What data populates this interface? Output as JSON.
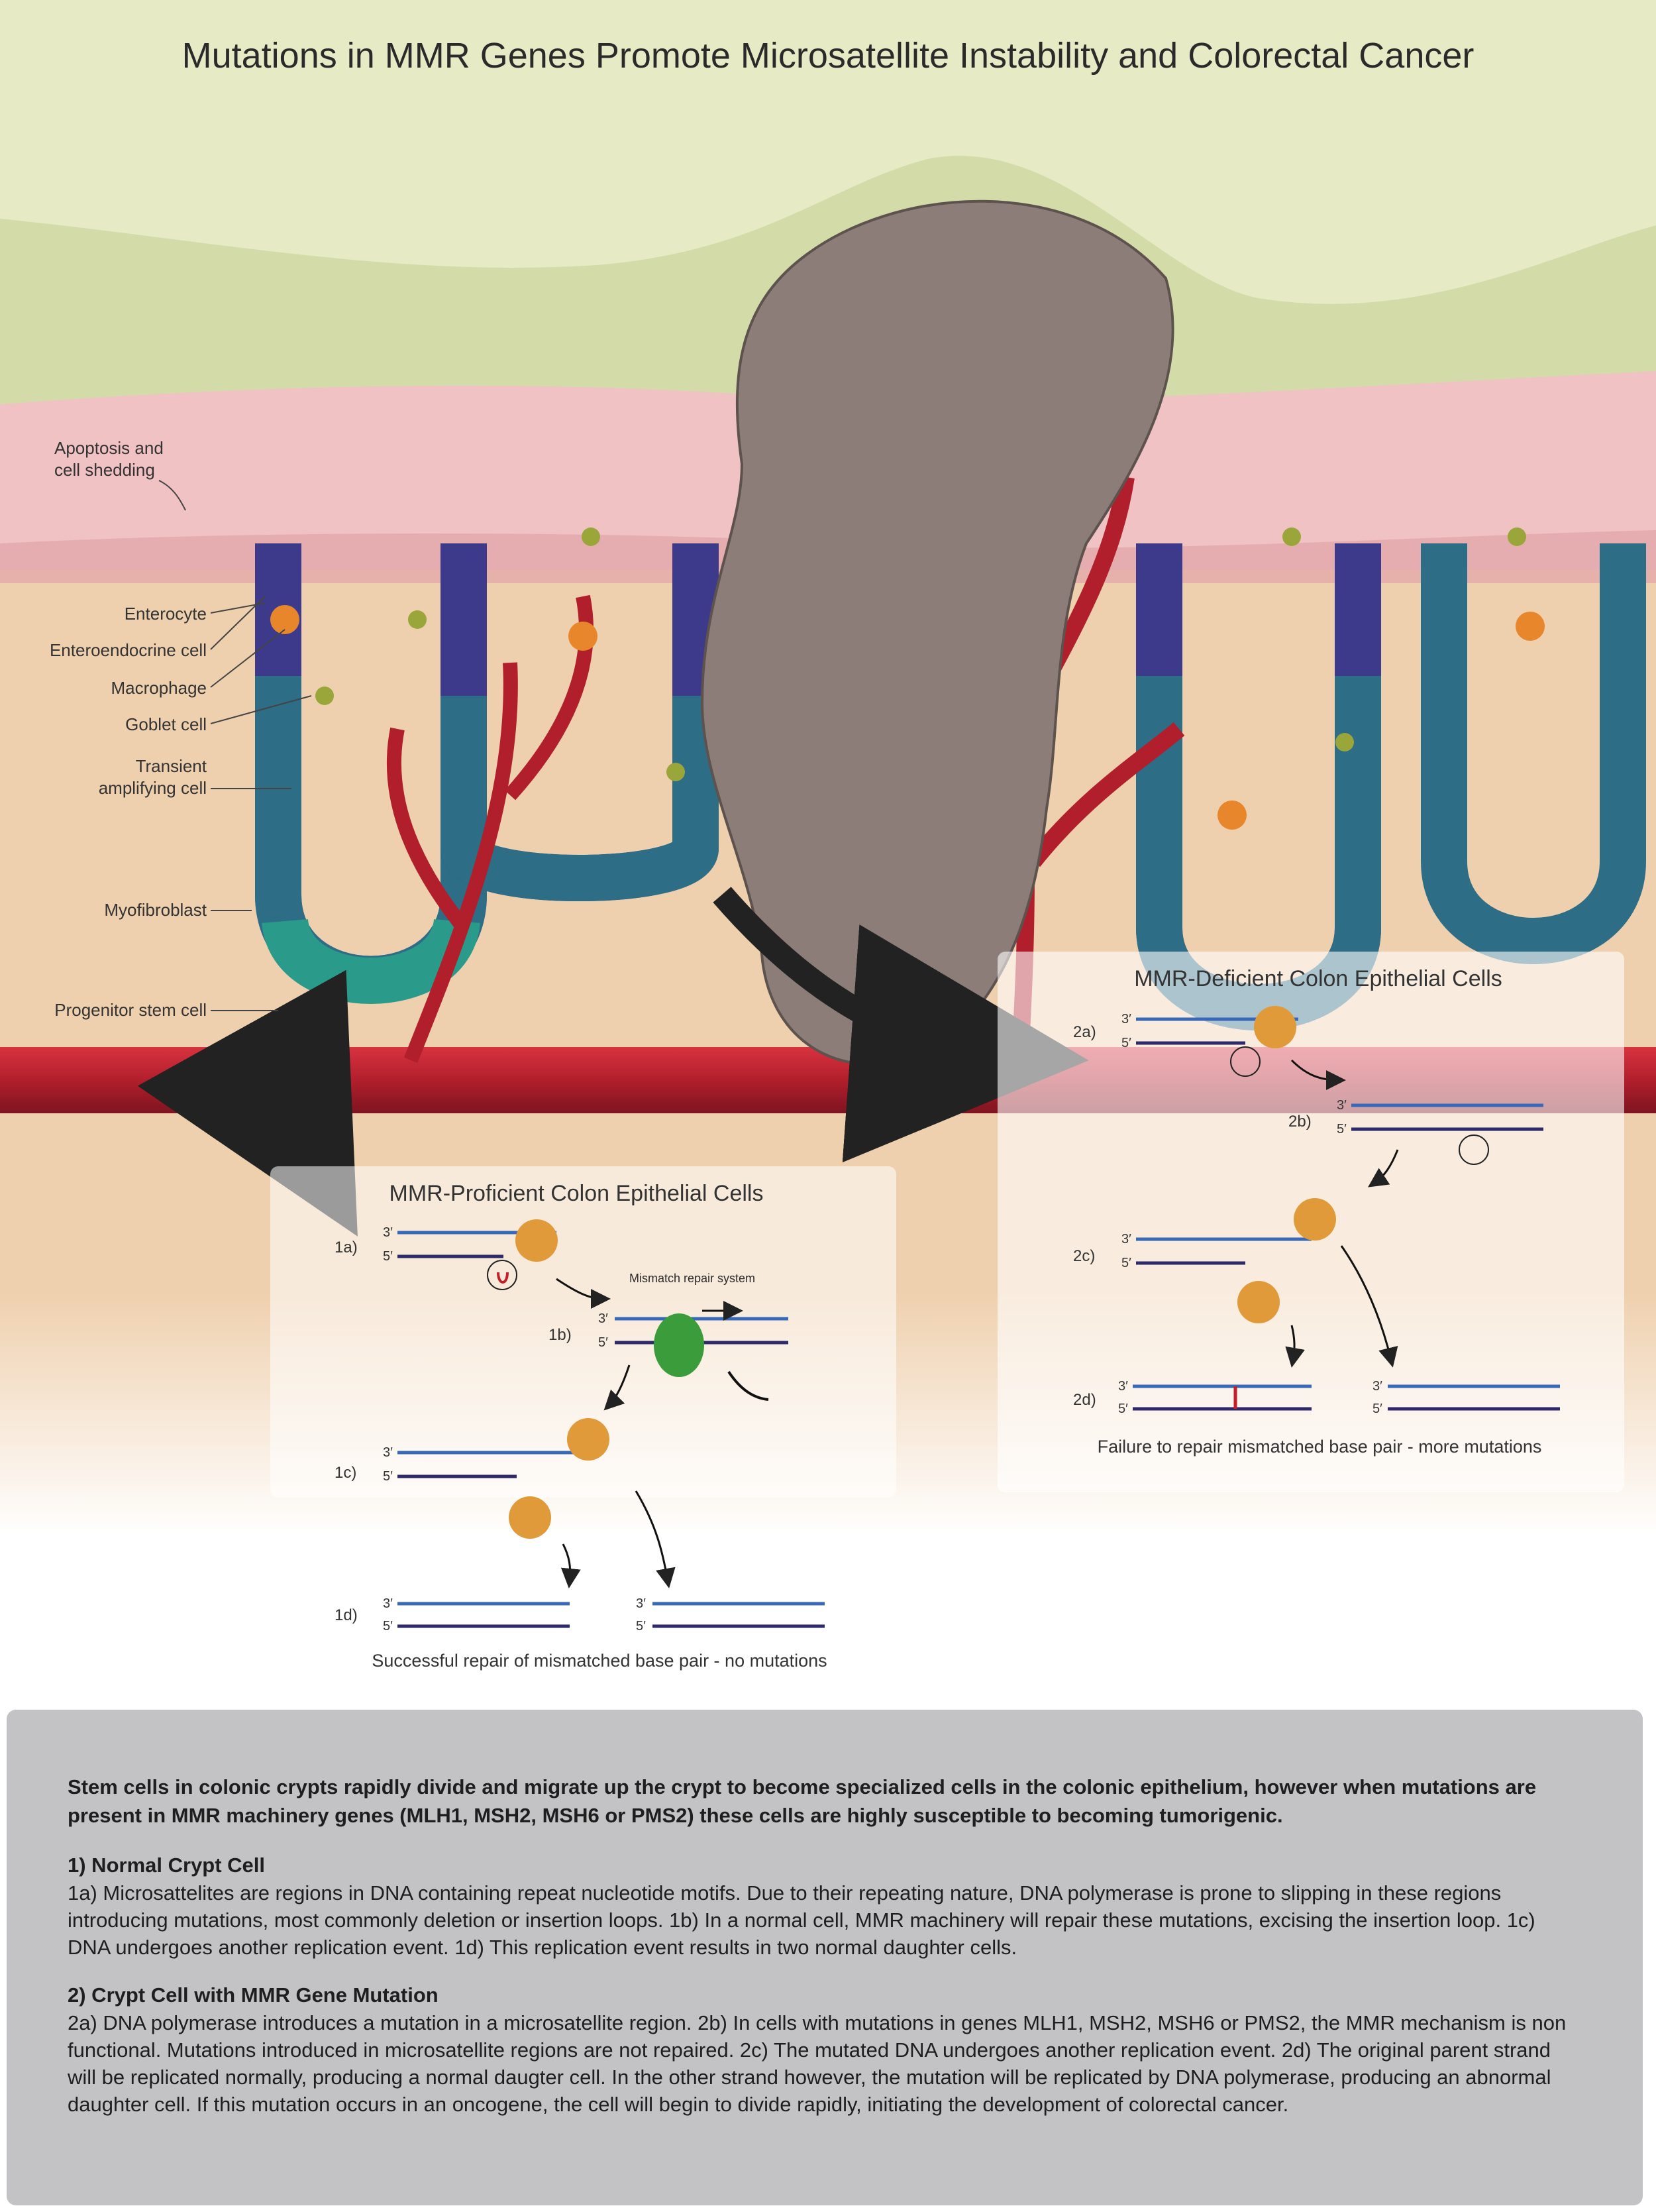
{
  "title": "Mutations in MMR Genes Promote Microsatellite Instability and Colorectal Cancer",
  "cell_labels": [
    "Apoptosis and",
    "cell shedding",
    "Enterocyte",
    "Enteroendocrine cell",
    "Macrophage",
    "Goblet cell",
    "Transient",
    "amplifying cell",
    "Myofibroblast",
    "Progenitor stem cell"
  ],
  "proficient_panel": {
    "title": "MMR-Proficient Colon Epithelial Cells",
    "steps": [
      "1a)",
      "1b)",
      "1c)",
      "1d)"
    ],
    "mismatch_label": "Mismatch repair system",
    "caption": "Successful repair of mismatched base pair - no mutations"
  },
  "deficient_panel": {
    "title": "MMR-Deficient Colon Epithelial Cells",
    "steps": [
      "2a)",
      "2b)",
      "2c)",
      "2d)"
    ],
    "caption": "Failure to repair mismatched base pair - more mutations"
  },
  "strand_labels": {
    "three_prime": "3′",
    "five_prime": "5′"
  },
  "textbox": {
    "intro": "Stem cells in colonic crypts rapidly divide and migrate up the crypt to become specialized cells in the colonic epithelium, however when mutations are present in MMR machinery genes (MLH1, MSH2, MSH6 or PMS2) these cells are highly susceptible to becoming tumorigenic.",
    "section1_heading": "1) Normal Crypt Cell",
    "section1_body": "1a) Microsattelites are regions in DNA containing repeat nucleotide motifs. Due to their repeating nature, DNA polymerase is prone to slipping in these regions introducing mutations, most commonly deletion or insertion loops. 1b) In a normal cell, MMR machinery will repair these mutations, excising the insertion loop. 1c) DNA undergoes another replication event. 1d) This replication event results in two normal daughter cells.",
    "section2_heading": "2) Crypt Cell with MMR Gene Mutation",
    "section2_body": "2a) DNA polymerase introduces a mutation in a microsatellite region. 2b) In cells with mutations in genes MLH1, MSH2, MSH6 or PMS2, the MMR mechanism is non functional. Mutations introduced in microsatellite regions are not repaired. 2c) The mutated DNA undergoes another replication event. 2d) The original parent strand will be replicated normally, producing a normal daugter cell.  In the other strand however, the mutation will be replicated by DNA polymerase, producing an abnormal daughter cell. If this mutation occurs in an oncogene, the cell will begin to divide rapidly, initiating the development of colorectal cancer."
  },
  "colors": {
    "lumen": "#e6ebc6",
    "mucosa": "#f0c2c4",
    "stroma": "#efd0ae",
    "enterocyte": "#3d3a8c",
    "transient": "#2e6d86",
    "stem": "#2a9a8a",
    "vessel": "#b21f2c",
    "tumor": "#8c7d78",
    "textbox": "#c3c2c4"
  }
}
